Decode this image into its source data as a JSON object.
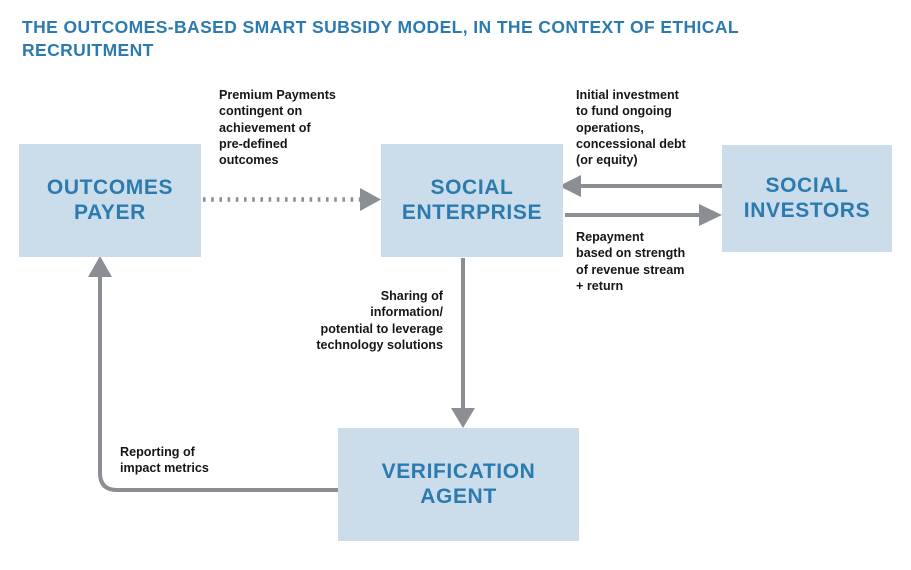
{
  "title": "THE OUTCOMES-BASED SMART SUBSIDY MODEL, IN THE CONTEXT OF ETHICAL RECRUITMENT",
  "colors": {
    "title_blue": "#2b7bb0",
    "node_fill": "#cbdcea",
    "node_text": "#2b7bb0",
    "connector_gray": "#8b8e93",
    "note_text": "#16161a",
    "background": "#ffffff"
  },
  "nodes": [
    {
      "id": "outcomes-payer",
      "label": "OUTCOMES\nPAYER"
    },
    {
      "id": "social-enterprise",
      "label": "SOCIAL\nENTERPRISE"
    },
    {
      "id": "social-investors",
      "label": "SOCIAL\nINVESTORS"
    },
    {
      "id": "verification-agent",
      "label": "VERIFICATION\nAGENT"
    }
  ],
  "notes": [
    {
      "id": "premium-payments",
      "text": "Premium Payments\ncontingent on\nachievement of\npre-defined\noutcomes"
    },
    {
      "id": "initial-investment",
      "text": "Initial investment\nto fund ongoing\noperations,\nconcessional debt\n(or equity)"
    },
    {
      "id": "repayment",
      "text": "Repayment\nbased on strength\nof revenue stream\n+ return"
    },
    {
      "id": "sharing-of-information",
      "text": "Sharing of\ninformation/\npotential to leverage\ntechnology solutions"
    },
    {
      "id": "reporting-of-impact-metrics",
      "text": "Reporting of\nimpact metrics"
    }
  ],
  "connectors": [
    {
      "id": "payer-to-enterprise",
      "style": "dotted",
      "from": "outcomes-payer",
      "to": "social-enterprise",
      "direction": "right"
    },
    {
      "id": "investors-to-enterprise",
      "style": "solid",
      "from": "social-investors",
      "to": "social-enterprise",
      "direction": "left"
    },
    {
      "id": "enterprise-to-investors",
      "style": "solid",
      "from": "social-enterprise",
      "to": "social-investors",
      "direction": "right"
    },
    {
      "id": "enterprise-to-verifier",
      "style": "solid",
      "from": "social-enterprise",
      "to": "verification-agent",
      "direction": "down"
    },
    {
      "id": "verifier-to-payer",
      "style": "solid",
      "from": "verification-agent",
      "to": "outcomes-payer",
      "direction": "up"
    }
  ]
}
